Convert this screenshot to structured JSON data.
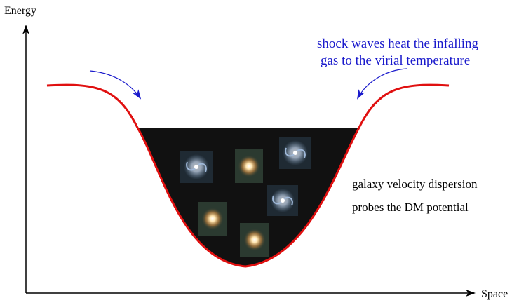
{
  "axes": {
    "y_label": "Energy",
    "x_label": "Space"
  },
  "annotations": {
    "shock_line1": "shock waves heat the infalling",
    "shock_line2": "gas to the virial temperature",
    "velocity_line1": "galaxy velocity dispersion",
    "velocity_line2": "probes the DM potential"
  },
  "colors": {
    "potential_curve": "#e01010",
    "shock_text": "#1a1acc",
    "arrow": "#1a1acc",
    "gas_fill": "#111111",
    "axis": "#000000",
    "spiral_galaxy": "#6f8fb0",
    "elliptical_galaxy": "#ffd08a"
  },
  "galaxies": [
    {
      "kind": "spiral"
    },
    {
      "kind": "elliptical"
    },
    {
      "kind": "spiral"
    },
    {
      "kind": "spiral"
    },
    {
      "kind": "elliptical"
    },
    {
      "kind": "elliptical"
    }
  ]
}
